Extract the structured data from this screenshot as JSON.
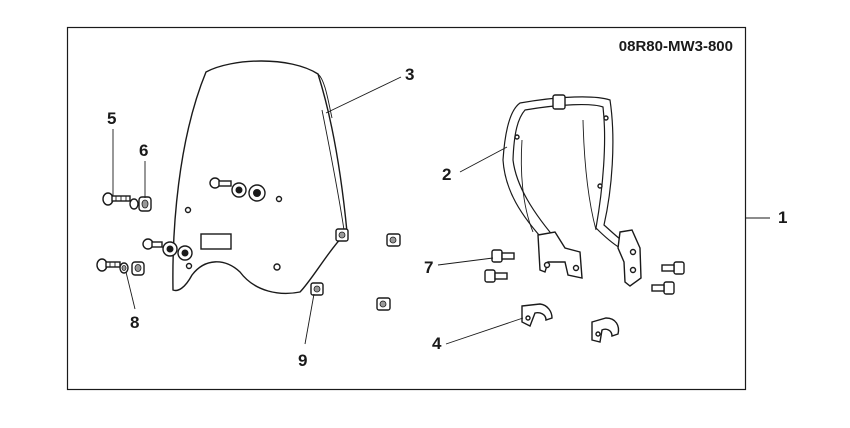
{
  "diagram": {
    "part_number": "08R80-MW3-800",
    "callouts": [
      {
        "id": "1",
        "label": "1"
      },
      {
        "id": "2",
        "label": "2"
      },
      {
        "id": "3",
        "label": "3"
      },
      {
        "id": "4",
        "label": "4"
      },
      {
        "id": "5",
        "label": "5"
      },
      {
        "id": "6",
        "label": "6"
      },
      {
        "id": "7",
        "label": "7"
      },
      {
        "id": "8",
        "label": "8"
      },
      {
        "id": "9",
        "label": "9"
      }
    ]
  }
}
